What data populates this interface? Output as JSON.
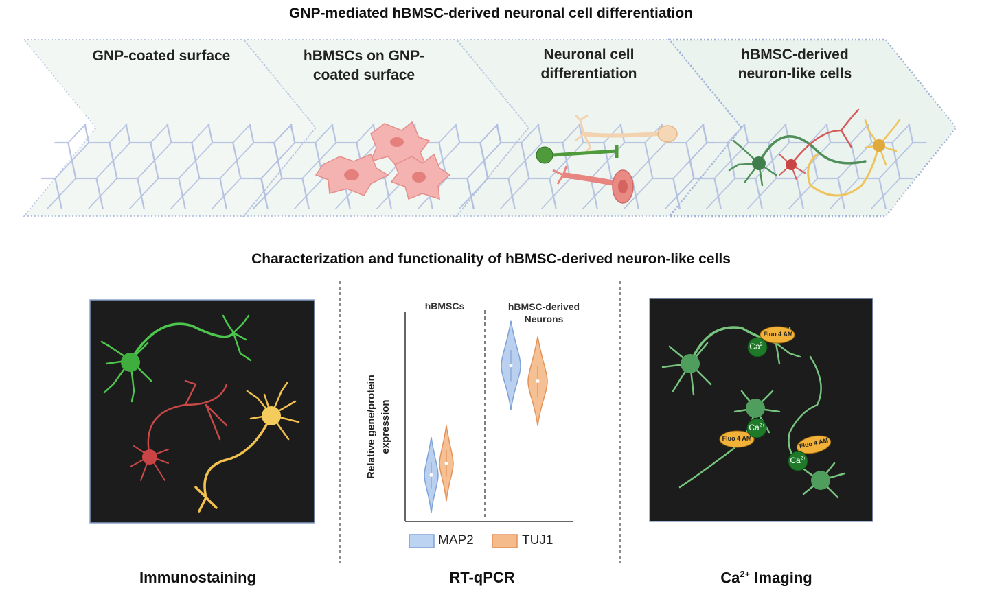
{
  "title_top": "GNP-mediated hBMSC-derived neuronal cell differentiation",
  "stages": [
    {
      "line1": "GNP-coated surface",
      "line2": ""
    },
    {
      "line1": "hBMSCs on GNP-",
      "line2": "coated surface"
    },
    {
      "line1": "Neuronal cell",
      "line2": "differentiation"
    },
    {
      "line1": "hBMSC-derived",
      "line2": "neuron-like cells"
    }
  ],
  "title_bottom": "Characterization and functionality of  hBMSC-derived neuron-like cells",
  "panels": {
    "left_label": "Immunostaining",
    "middle_label": "RT-qPCR",
    "right_label_main": "Ca",
    "right_label_sup": "2+",
    "right_label_rest": " Imaging"
  },
  "chart_data": {
    "type": "violin",
    "groups": [
      "hBMSCs",
      "hBMSC-derived Neurons"
    ],
    "group_label_1": "hBMSCs",
    "group_label_2a": "hBMSC-derived",
    "group_label_2b": "Neurons",
    "ylabel_line1": "Relative gene/protein",
    "ylabel_line2": "expression",
    "series": [
      {
        "name": "MAP2",
        "color": "#a9c4ea",
        "relative_level": [
          0.22,
          0.78
        ]
      },
      {
        "name": "TUJ1",
        "color": "#f4b07a",
        "relative_level": [
          0.28,
          0.7
        ]
      }
    ],
    "legend": [
      "MAP2",
      "TUJ1"
    ],
    "legend_placement": "bottom"
  },
  "ca_imaging": {
    "badge_label": "Fluo 4 AM",
    "ion_main": "Ca",
    "ion_sup": "2+"
  },
  "colors": {
    "green_neuron": "#4cc64c",
    "red_neuron": "#d9534f",
    "yellow_neuron": "#f2c14e",
    "grid_blue": "#b3bfe0",
    "chevron_fill": "#f1f7f3"
  }
}
